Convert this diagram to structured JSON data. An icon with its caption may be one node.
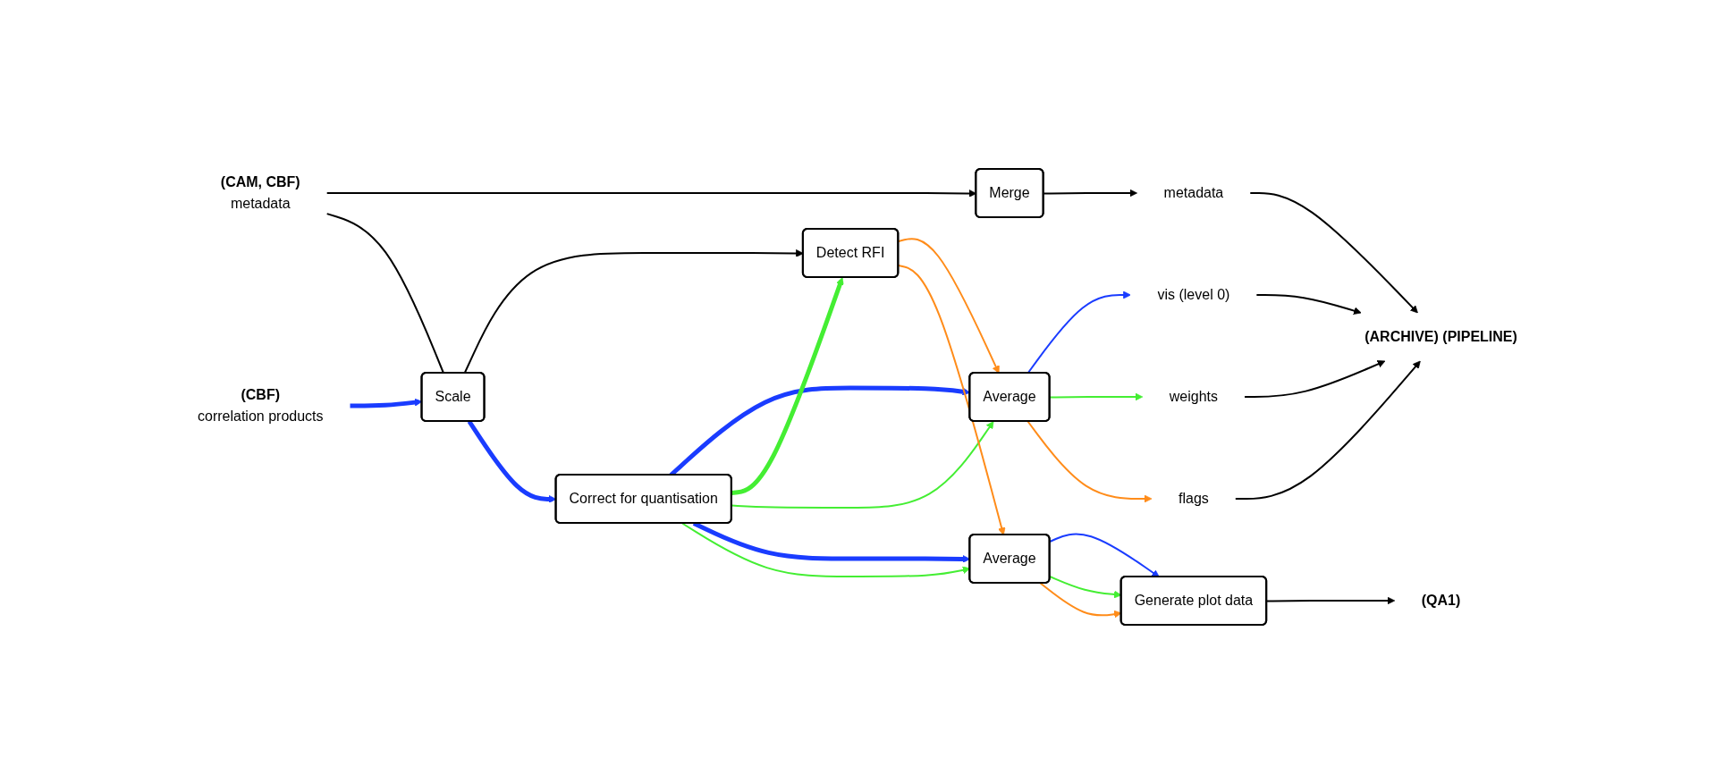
{
  "diagram": {
    "nodes": [
      {
        "text": [
          "(CAM, CBF)",
          "metadata"
        ]
      },
      {
        "text": [
          "(CBF)",
          "correlation products"
        ]
      },
      {
        "text": [
          "Scale"
        ]
      },
      {
        "text": [
          "Correct for quantisation"
        ]
      },
      {
        "text": [
          "Merge"
        ]
      },
      {
        "text": [
          "metadata"
        ]
      },
      {
        "text": [
          "Average"
        ]
      },
      {
        "text": [
          "vis (level 0)"
        ]
      },
      {
        "text": [
          "weights"
        ]
      },
      {
        "text": [
          "flags"
        ]
      },
      {
        "text": [
          "Detect RFI"
        ]
      },
      {
        "text": [
          "Average"
        ]
      },
      {
        "text": [
          "Generate plot data"
        ]
      },
      {
        "text": [
          "(ARCHIVE) (PIPELINE)"
        ]
      },
      {
        "text": [
          "(QA1)"
        ]
      }
    ],
    "edges": [
      {
        "from": 0,
        "to": 4,
        "arrow": "to"
      },
      {
        "from": 0,
        "to": 2,
        "arrow": "none"
      },
      {
        "from": 2,
        "to": 10,
        "arrow": "to"
      },
      {
        "from": 1,
        "to": 2,
        "arrow": "to",
        "style": "thick",
        "color": "#1a3cff"
      },
      {
        "from": 2,
        "to": 3,
        "arrow": "to",
        "style": "thick",
        "color": "#1a3cff"
      },
      {
        "from": 4,
        "to": 5,
        "arrow": "to"
      },
      {
        "from": 3,
        "to": 6,
        "arrow": "to",
        "style": "thick",
        "color": "#1a3cff"
      },
      {
        "from": 3,
        "to": 10,
        "arrow": "to",
        "style": "thick",
        "color": "#44ee33"
      },
      {
        "from": 3,
        "to": 6,
        "arrow": "to",
        "color": "#44ee33"
      },
      {
        "from": 3,
        "to": 11,
        "arrow": "to",
        "style": "thick",
        "color": "#1a3cff"
      },
      {
        "from": 3,
        "to": 11,
        "arrow": "to",
        "color": "#44ee33"
      },
      {
        "from": 10,
        "to": 6,
        "arrow": "to",
        "color": "#ff8c1a"
      },
      {
        "from": 10,
        "to": 11,
        "arrow": "to",
        "color": "#ff8c1a"
      },
      {
        "from": 6,
        "to": 7,
        "arrow": "to",
        "color": "#1a3cff"
      },
      {
        "from": 6,
        "to": 8,
        "arrow": "to",
        "color": "#44ee33"
      },
      {
        "from": 6,
        "to": 9,
        "arrow": "to",
        "color": "#ff8c1a"
      },
      {
        "from": 11,
        "to": 12,
        "arrow": "to",
        "color": "#1a3cff"
      },
      {
        "from": 11,
        "to": 12,
        "arrow": "to",
        "color": "#44ee33"
      },
      {
        "from": 11,
        "to": 12,
        "arrow": "to",
        "color": "#ff8c1a"
      },
      {
        "from": 12,
        "to": 14,
        "arrow": "to"
      },
      {
        "from": 5,
        "to": 13,
        "arrow": "to"
      },
      {
        "from": 7,
        "to": 13,
        "arrow": "to"
      },
      {
        "from": 8,
        "to": 13,
        "arrow": "to"
      },
      {
        "from": 9,
        "to": 13,
        "arrow": "to"
      }
    ]
  }
}
